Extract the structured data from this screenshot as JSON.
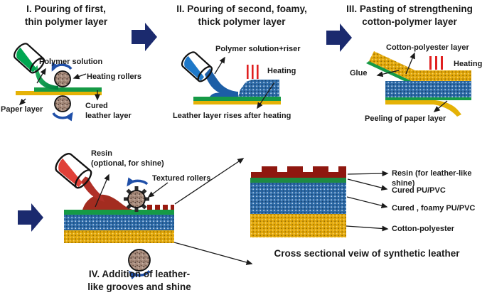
{
  "figure": {
    "caption": "Cross sectional veiw of synthetic leather"
  },
  "colors": {
    "navy_arrow": "#1b2a6e",
    "polymer_green": "#00a651",
    "cured_green_layer": "#169a46",
    "paper_yellow": "#e5b206",
    "polymer_blue": "#1e78c8",
    "foam_blue": "#2e6ba8",
    "cotton_yellow": "#e2a70a",
    "heating_red": "#e02020",
    "resin_red": "#e04038",
    "resin_maroon": "#8f170f",
    "roller_brown": "#a98d7e",
    "rotation_arrow_blue": "#1f4fa8",
    "text": "#1a1a1a"
  },
  "step1": {
    "title": "I. Pouring of first,\nthin polymer layer",
    "polymer_solution_label": "Polymer solution",
    "heating_rollers_label": "Heating rollers",
    "paper_layer_label": "Paper layer",
    "cured_leather_label": "Cured\nleather layer"
  },
  "step2": {
    "title": "II. Pouring of second, foamy,\nthick polymer layer",
    "solution_label": "Polymer solution+riser",
    "heating_label": "Heating",
    "rise_label": "Leather layer rises after heating"
  },
  "step3": {
    "title": "III. Pasting of strengthening\ncotton-polymer layer",
    "cotton_label": "Cotton-polyester layer",
    "glue_label": "Glue",
    "heating_label": "Heating",
    "peeling_label": "Peeling of paper layer"
  },
  "step4": {
    "title": "IV. Addition of leather-\nlike grooves and shine",
    "resin_label": "Resin\n(optional, for shine)",
    "textured_rollers_label": "Textured rollers"
  },
  "cross_section": {
    "caption": "Cross sectional veiw of synthetic leather",
    "layer_labels": [
      "Resin (for leather-like shine)",
      "Cured PU/PVC",
      "Cured , foamy PU/PVC",
      "Cotton-polyester"
    ]
  }
}
